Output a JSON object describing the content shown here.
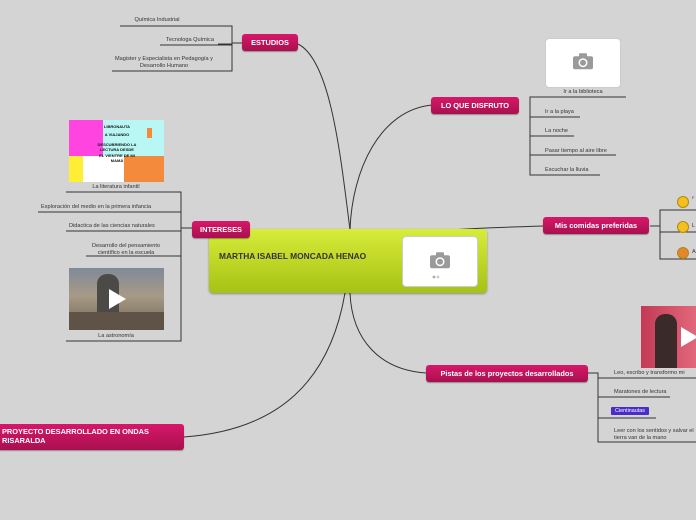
{
  "central": {
    "title": "MARTHA ISABEL MONCADA HENAO"
  },
  "branches": {
    "estudios": {
      "label": "ESTUDIOS",
      "items": [
        "Química Industrial",
        "Tecnologa Química",
        "Magister y Especialista en Pedagogía y Desarrollo Humano"
      ]
    },
    "disfruto": {
      "label": "LO QUE DISFRUTO",
      "items": [
        "Ir a la biblioteca",
        "Ir a la playa",
        "La noche",
        "Pasar tiempo al aire libre",
        "Escuchar la lluvia"
      ]
    },
    "intereses": {
      "label": "INTERESES",
      "items": [
        "La literatura infantil",
        "Exploración del medio en la primera infancia",
        "Didactica de las ciencias naturales",
        "Desarrollo del pensamiento científico en la escuela",
        "La astronomía"
      ]
    },
    "comidas": {
      "label": "Mis comidas preferidas",
      "items": [
        "F",
        "L",
        "A"
      ]
    },
    "pistas": {
      "label": "Pistas de los proyectos desarrollados",
      "items": [
        "Leo, escribo y transformo mi",
        "Maratones de lectura",
        "Cientinautas",
        "Leer con los sentidos y salvar el tierra van de la mano"
      ]
    },
    "proyecto": {
      "label": "PROYECTO DESARROLLADO EN ONDAS RISARALDA"
    }
  },
  "thumb_text": {
    "line1": "LIBRONAUTA",
    "line2": "A      VIAJANDO",
    "line3": "DESCUBRIENDO LA",
    "line4": "LECTURA DESDE",
    "line5": "EL VIENTRE DE MI",
    "line6": "MAMÁ"
  },
  "colors": {
    "branch": "#c8135e",
    "center": "#bcd51f",
    "line": "#333333",
    "badge": "#4b2cc9"
  }
}
